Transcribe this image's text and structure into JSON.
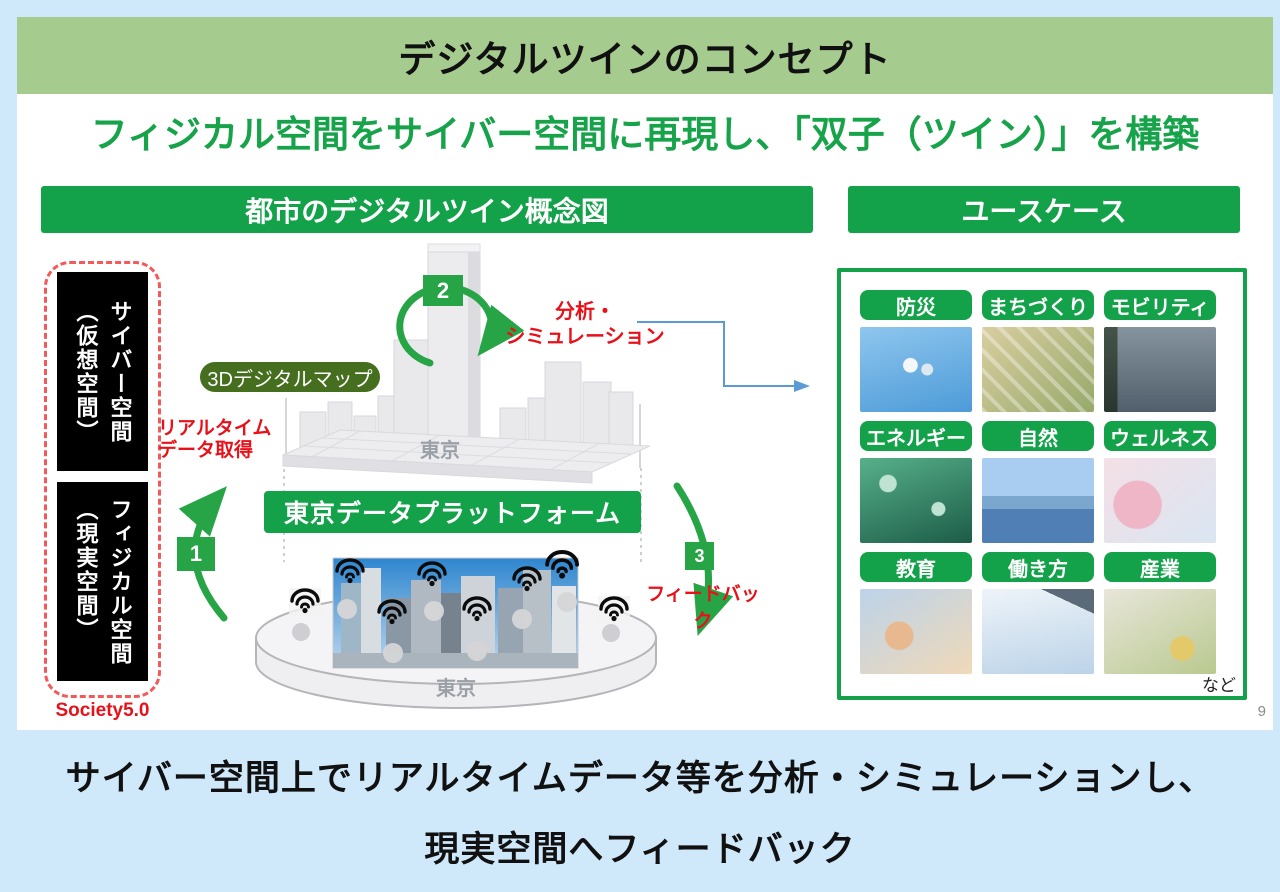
{
  "slide": {
    "title": "デジタルツインのコンセプト",
    "subtitle": "フィジカル空間をサイバー空間に再現し、「双子（ツイン）」を構築",
    "page_number": "9"
  },
  "headers": {
    "concept": "都市のデジタルツイン概念図",
    "usecase": "ユースケース"
  },
  "concept": {
    "cyber_box": {
      "line1": "サイバー空間",
      "line2": "（仮想空間）"
    },
    "physical_box": {
      "line1": "フィジカル空間",
      "line2": "（現実空間）"
    },
    "society_label": "Society5.0",
    "realtime": {
      "line1": "リアルタイム",
      "line2": "データ取得"
    },
    "analysis": {
      "line1": "分析・",
      "line2": "シミュレーション"
    },
    "feedback": "フィードバック",
    "map_chip": "3Dデジタルマップ",
    "map_city_label": "東京",
    "platform_banner": "東京データプラットフォーム",
    "disc_city_label": "東京",
    "steps": [
      "1",
      "2",
      "3"
    ]
  },
  "usecases": {
    "items": [
      {
        "label": "防災",
        "image": "drone-photo"
      },
      {
        "label": "まちづくり",
        "image": "aerial-city-model-photo"
      },
      {
        "label": "モビリティ",
        "image": "highway-traffic-photo"
      },
      {
        "label": "エネルギー",
        "image": "energy-technology-photo"
      },
      {
        "label": "自然",
        "image": "river-city-photo"
      },
      {
        "label": "ウェルネス",
        "image": "wellness-person-photo"
      },
      {
        "label": "教育",
        "image": "children-learning-photo"
      },
      {
        "label": "働き方",
        "image": "laptop-remote-work-photo"
      },
      {
        "label": "産業",
        "image": "factory-automation-photo"
      }
    ],
    "etc_label": "など"
  },
  "caption": {
    "line1": "サイバー空間上でリアルタイムデータ等を分析・シミュレーションし、",
    "line2": "現実空間へフィードバック"
  },
  "colors": {
    "accent_green": "#13a24a",
    "title_banner_green": "#a6cb8f",
    "dark_green_chip": "#456e1e",
    "alert_red": "#e8111a",
    "connector_blue": "#5b9bd5",
    "background_blue": "#cfe9fb"
  }
}
